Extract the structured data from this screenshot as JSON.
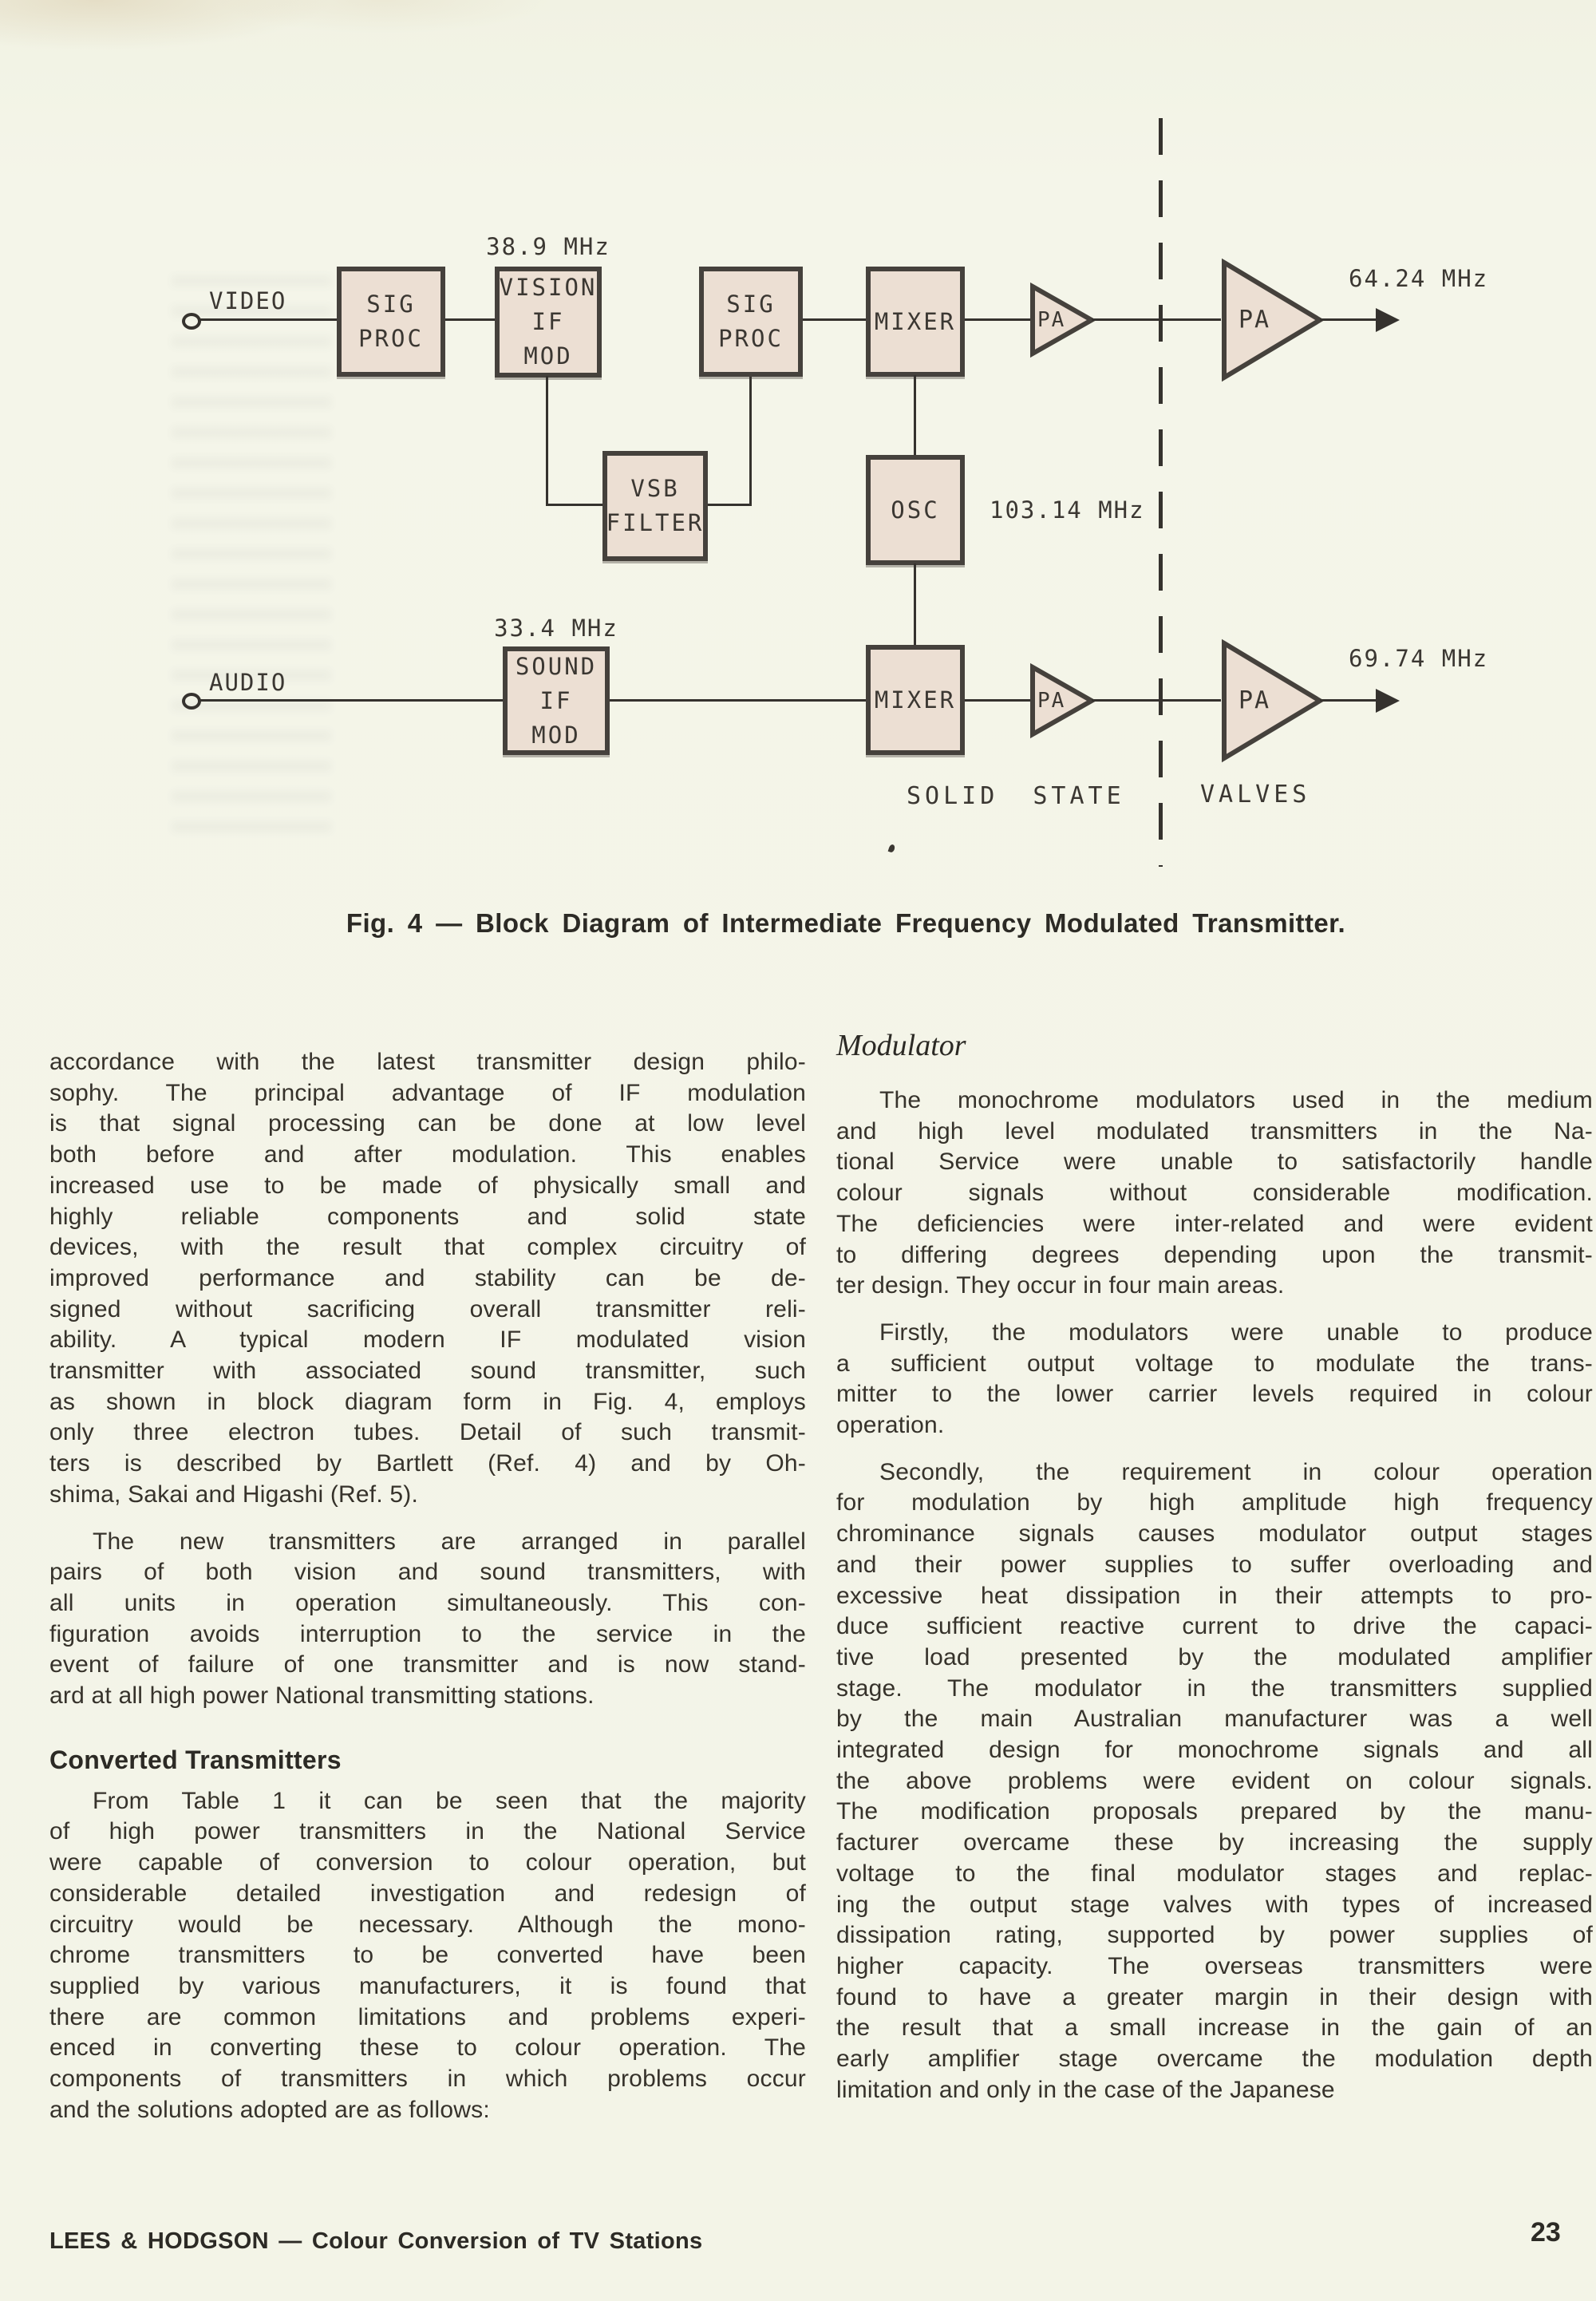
{
  "diagram": {
    "video_label": "VIDEO",
    "audio_label": "AUDIO",
    "vision_if_freq": "38.9 MHz",
    "sound_if_freq": "33.4 MHz",
    "osc_freq": "103.14 MHz",
    "vision_out_freq": "64.24 MHz",
    "sound_out_freq": "69.74 MHz",
    "blocks": {
      "sig_proc_1": [
        "SIG",
        "PROC"
      ],
      "vision_if_mod": [
        "VISION",
        "IF",
        "MOD"
      ],
      "vsb_filter": [
        "VSB",
        "FILTER"
      ],
      "sig_proc_2": [
        "SIG",
        "PROC"
      ],
      "mixer_1": [
        "MIXER"
      ],
      "osc": [
        "OSC"
      ],
      "sound_if_mod": [
        "SOUND",
        "IF",
        "MOD"
      ],
      "mixer_2": [
        "MIXER"
      ],
      "pa": "PA"
    },
    "region_left": "SOLID STATE",
    "region_right": "VALVES"
  },
  "caption": "Fig. 4 — Block Diagram of Intermediate Frequency Modulated Transmitter.",
  "left_column": {
    "blocks": [
      {
        "type": "para",
        "indent": false,
        "lines": [
          "accordance with the latest transmitter design philo-",
          "sophy.  The principal advantage of IF modulation",
          "is that signal processing can be done at low level",
          "both before and after modulation.  This enables",
          "increased use to be made of physically small and",
          "highly reliable components and solid state",
          "devices, with the result that complex circuitry of",
          "improved performance and stability can be de-",
          "signed without sacrificing overall transmitter reli-",
          "ability.  A typical modern IF modulated vision",
          "transmitter with associated sound transmitter, such",
          "as shown in block diagram form in Fig. 4, employs",
          "only three electron tubes.  Detail of such transmit-",
          "ters is described by Bartlett (Ref. 4) and by Oh-",
          "shima, Sakai and Higashi (Ref. 5)."
        ]
      },
      {
        "type": "para",
        "indent": true,
        "lines": [
          "The new transmitters are arranged in parallel",
          "pairs of both vision and sound transmitters, with",
          "all units in operation simultaneously.  This con-",
          "figuration avoids interruption to the service in the",
          "event of failure of one transmitter and is now stand-",
          "ard at all high power National transmitting stations."
        ]
      },
      {
        "type": "heading",
        "text": "Converted Transmitters"
      },
      {
        "type": "para",
        "indent": true,
        "lines": [
          "From Table 1 it can be seen that the majority",
          "of high power transmitters in the National Service",
          "were capable of conversion to colour operation, but",
          "considerable detailed investigation and redesign of",
          "circuitry would be necessary. Although the mono-",
          "chrome transmitters to be converted have been",
          "supplied by various manufacturers, it is found that",
          "there are common limitations and problems experi-",
          "enced in converting these to colour operation. The",
          "components of transmitters in which problems occur",
          "and the solutions adopted are as follows:"
        ]
      }
    ]
  },
  "right_column": {
    "blocks": [
      {
        "type": "heading_italic",
        "text": "Modulator"
      },
      {
        "type": "para",
        "indent": true,
        "lines": [
          "The monochrome modulators used in the medium",
          "and high level modulated transmitters in the Na-",
          "tional Service were unable to satisfactorily handle",
          "colour signals without considerable modification.",
          "The deficiencies were inter-related and were evident",
          "to differing degrees depending upon the transmit-",
          "ter design.  They occur in four main areas."
        ]
      },
      {
        "type": "para",
        "indent": true,
        "lines": [
          "Firstly, the modulators were unable to produce",
          "a sufficient output voltage to modulate the trans-",
          "mitter to the lower carrier levels required in colour",
          "operation."
        ]
      },
      {
        "type": "para",
        "indent": true,
        "lines": [
          "Secondly, the requirement in colour operation",
          "for modulation by high amplitude high frequency",
          "chrominance signals causes modulator output stages",
          "and their power supplies to suffer overloading and",
          "excessive heat dissipation in their attempts to pro-",
          "duce sufficient reactive current to drive the capaci-",
          "tive load presented by the modulated amplifier",
          "stage.  The modulator in the transmitters supplied",
          "by the main Australian manufacturer was a well",
          "integrated design for monochrome signals and all",
          "the above problems were evident on colour signals.",
          "The modification proposals prepared by the manu-",
          "facturer overcame these by increasing the supply",
          "voltage to the final modulator stages and replac-",
          "ing the output stage valves with types of increased",
          "dissipation rating, supported by power supplies of",
          "higher capacity.  The overseas transmitters were",
          "found to have a greater margin in their design with",
          "the result that a small increase in the gain of an",
          "early amplifier stage overcame the modulation depth",
          "limitation and only in the case of the Japanese"
        ]
      }
    ]
  },
  "footer": {
    "credit": "LEES & HODGSON — Colour Conversion of TV Stations",
    "page_number": "23"
  }
}
